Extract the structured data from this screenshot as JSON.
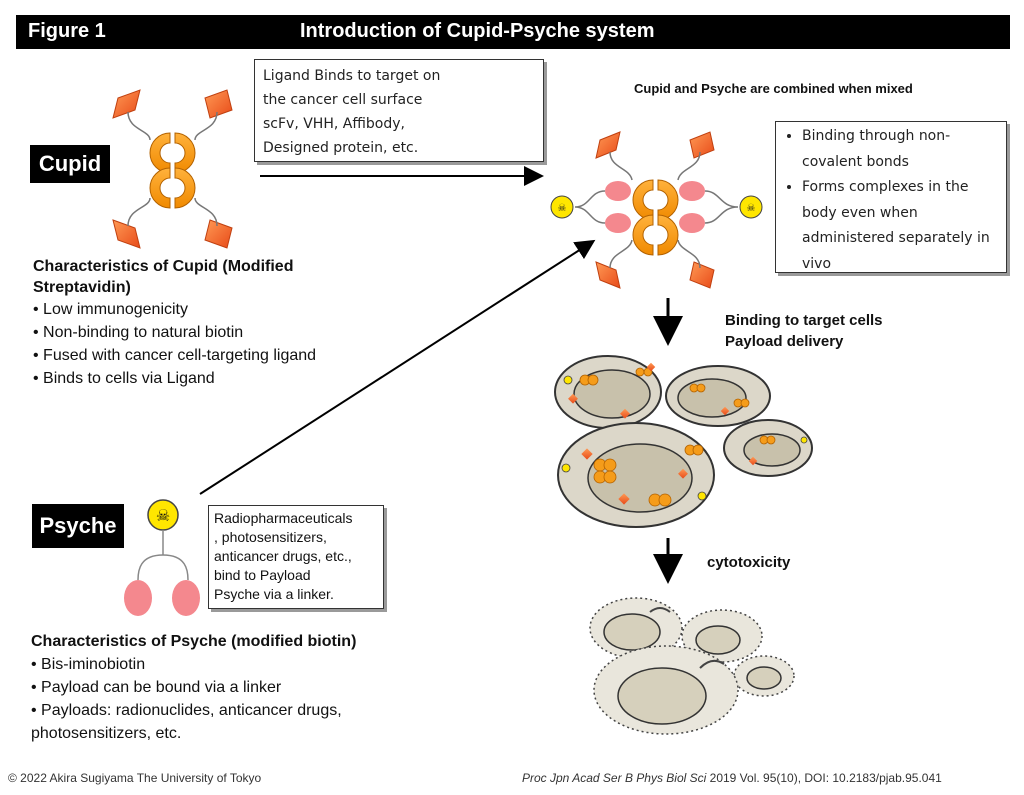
{
  "header": {
    "figure_label": "Figure 1",
    "title": "Introduction of Cupid-Psyche system"
  },
  "cupid": {
    "tag": "Cupid",
    "heading_line1": "Characteristics of Cupid (Modified",
    "heading_line2": "Streptavidin)",
    "points": [
      "Low immunogenicity",
      "Non-binding to natural biotin",
      "Fused with cancer cell-targeting ligand",
      "Binds to cells via Ligand"
    ]
  },
  "ligand_box": {
    "lines": [
      "Ligand Binds to target on",
      "the cancer cell surface",
      "scFv, VHH, Affibody,",
      "Designed protein, etc."
    ]
  },
  "complex": {
    "caption": "Cupid and Psyche are combined when mixed",
    "bullets": [
      "Binding through non-covalent bonds",
      "Forms complexes in the body even when administered separately in vivo"
    ]
  },
  "psyche": {
    "tag": "Psyche",
    "heading": "Characteristics of Psyche (modified biotin)",
    "points": [
      "Bis-iminobiotin",
      "Payload can be bound via a linker",
      "Payloads: radionuclides, anticancer drugs,"
    ],
    "points_continuation": "photosensitizers, etc."
  },
  "payload_box": {
    "lines": [
      "Radiopharmaceuticals",
      ", photosensitizers,",
      "anticancer drugs, etc.,",
      "bind to Payload",
      "Psyche via a linker."
    ]
  },
  "steps": {
    "binding_line1": "Binding to target cells",
    "binding_line2": "Payload delivery",
    "cytotoxicity": "cytotoxicity"
  },
  "footer": {
    "copyright": "© 2022 Akira Sugiyama The University of Tokyo",
    "citation_journal": "Proc Jpn Acad Ser B Phys Biol Sci",
    "citation_rest": " 2019 Vol. 95(10), DOI: 10.2183/pjab.95.041"
  },
  "colors": {
    "orange": "#f59c1a",
    "orange_dark": "#c86a00",
    "diamond": "#f46a3c",
    "pink": "#f4888e",
    "skull_yellow": "#ffe600",
    "cell_fill": "#dcd7c9",
    "nucleus_fill": "#c8c1ab"
  }
}
